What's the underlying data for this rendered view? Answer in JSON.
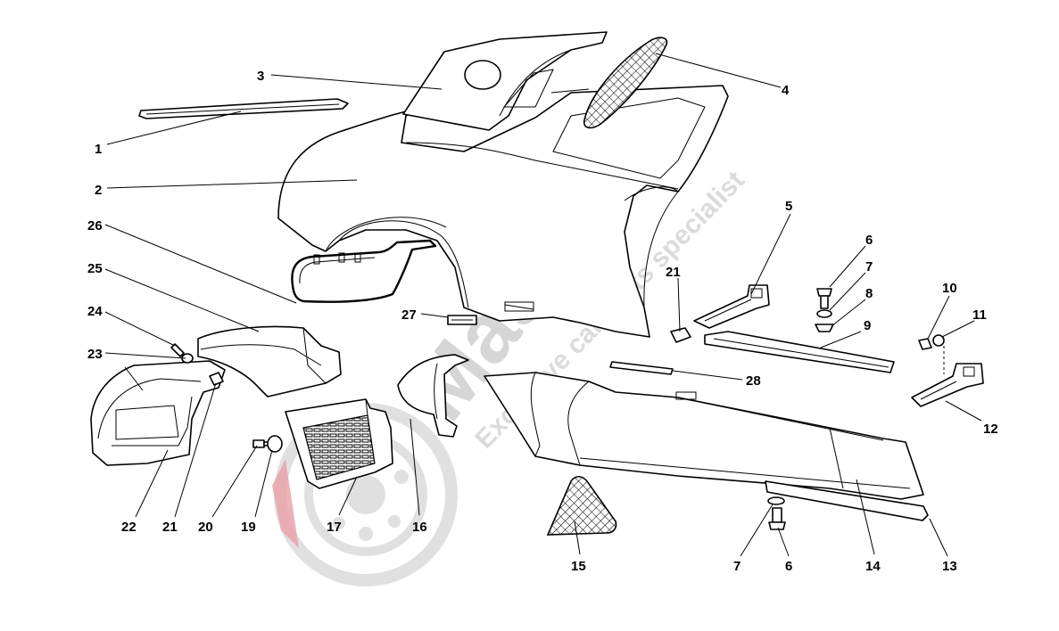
{
  "watermark": {
    "brand": "Masparts",
    "tagline": "Exclusive car parts specialist",
    "color": "#c9c9c9",
    "accent": "#e8a0a8"
  },
  "callouts": [
    {
      "id": "c1",
      "label": "1"
    },
    {
      "id": "c2",
      "label": "2"
    },
    {
      "id": "c3",
      "label": "3"
    },
    {
      "id": "c4",
      "label": "4"
    },
    {
      "id": "c5",
      "label": "5"
    },
    {
      "id": "c6a",
      "label": "6"
    },
    {
      "id": "c7a",
      "label": "7"
    },
    {
      "id": "c8",
      "label": "8"
    },
    {
      "id": "c9",
      "label": "9"
    },
    {
      "id": "c10",
      "label": "10"
    },
    {
      "id": "c11",
      "label": "11"
    },
    {
      "id": "c12",
      "label": "12"
    },
    {
      "id": "c13",
      "label": "13"
    },
    {
      "id": "c14",
      "label": "14"
    },
    {
      "id": "c15",
      "label": "15"
    },
    {
      "id": "c16",
      "label": "16"
    },
    {
      "id": "c17",
      "label": "17"
    },
    {
      "id": "c19",
      "label": "19"
    },
    {
      "id": "c20",
      "label": "20"
    },
    {
      "id": "c21a",
      "label": "21"
    },
    {
      "id": "c21b",
      "label": "21"
    },
    {
      "id": "c22",
      "label": "22"
    },
    {
      "id": "c23",
      "label": "23"
    },
    {
      "id": "c24",
      "label": "24"
    },
    {
      "id": "c25",
      "label": "25"
    },
    {
      "id": "c26",
      "label": "26"
    },
    {
      "id": "c27",
      "label": "27"
    },
    {
      "id": "c28",
      "label": "28"
    },
    {
      "id": "c6b",
      "label": "6"
    },
    {
      "id": "c7b",
      "label": "7"
    }
  ]
}
